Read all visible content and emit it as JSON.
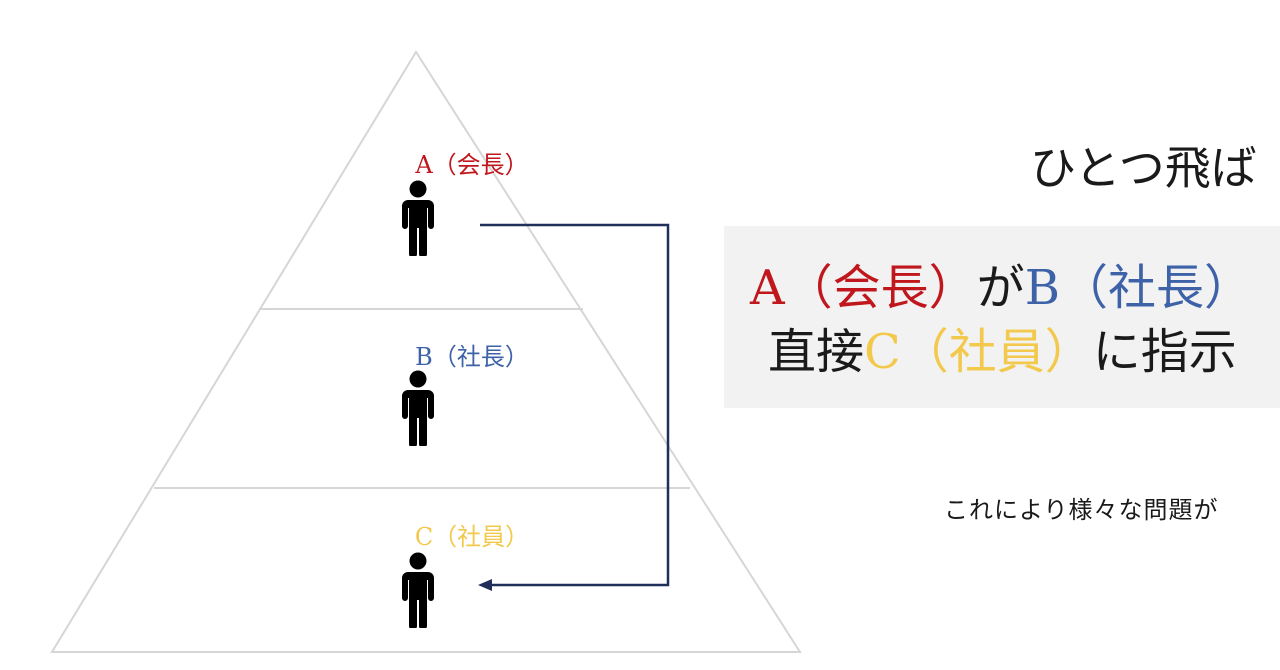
{
  "colors": {
    "a": "#c0171d",
    "b": "#3d62a8",
    "c": "#f2c94c",
    "arrow": "#1f2f5a",
    "outline": "#d6d6d6",
    "text": "#1a1a1a"
  },
  "pyramid": {
    "levels": [
      {
        "label": "A（会長）",
        "icon": "person-icon",
        "color_key": "a"
      },
      {
        "label": "B（社長）",
        "icon": "person-icon",
        "color_key": "b"
      },
      {
        "label": "C（社員）",
        "icon": "person-icon",
        "color_key": "c"
      }
    ],
    "arrow": {
      "from": "A（会長）",
      "to": "C（社員）",
      "icon": "arrow-left-icon"
    }
  },
  "title": "ひとつ飛ば",
  "highlight": {
    "line1": {
      "a": "A（会長）",
      "mid": "が",
      "b": "B（社長）"
    },
    "line2": {
      "pre": "直接",
      "c": "C（社員）",
      "post": "に指示"
    }
  },
  "note": "これにより様々な問題が"
}
